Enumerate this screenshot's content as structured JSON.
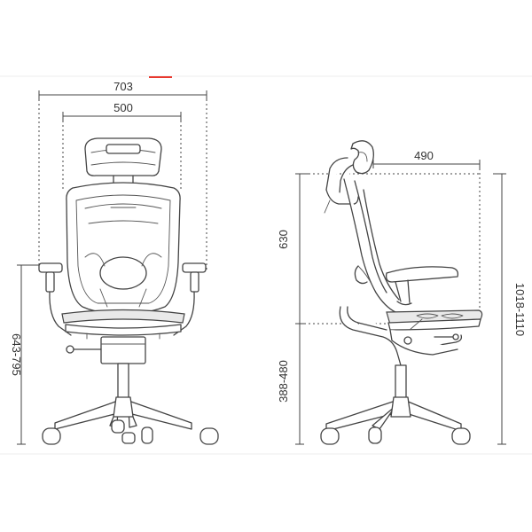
{
  "dimensions": {
    "overall_width": "703",
    "back_width": "500",
    "seat_depth": "490",
    "back_height": "630",
    "seat_height": "388-480",
    "armrest_height": "643-795",
    "total_height": "1018-1110"
  },
  "colors": {
    "line": "#444444",
    "accent": "#e8392f",
    "mesh": "#e9e9e9"
  }
}
